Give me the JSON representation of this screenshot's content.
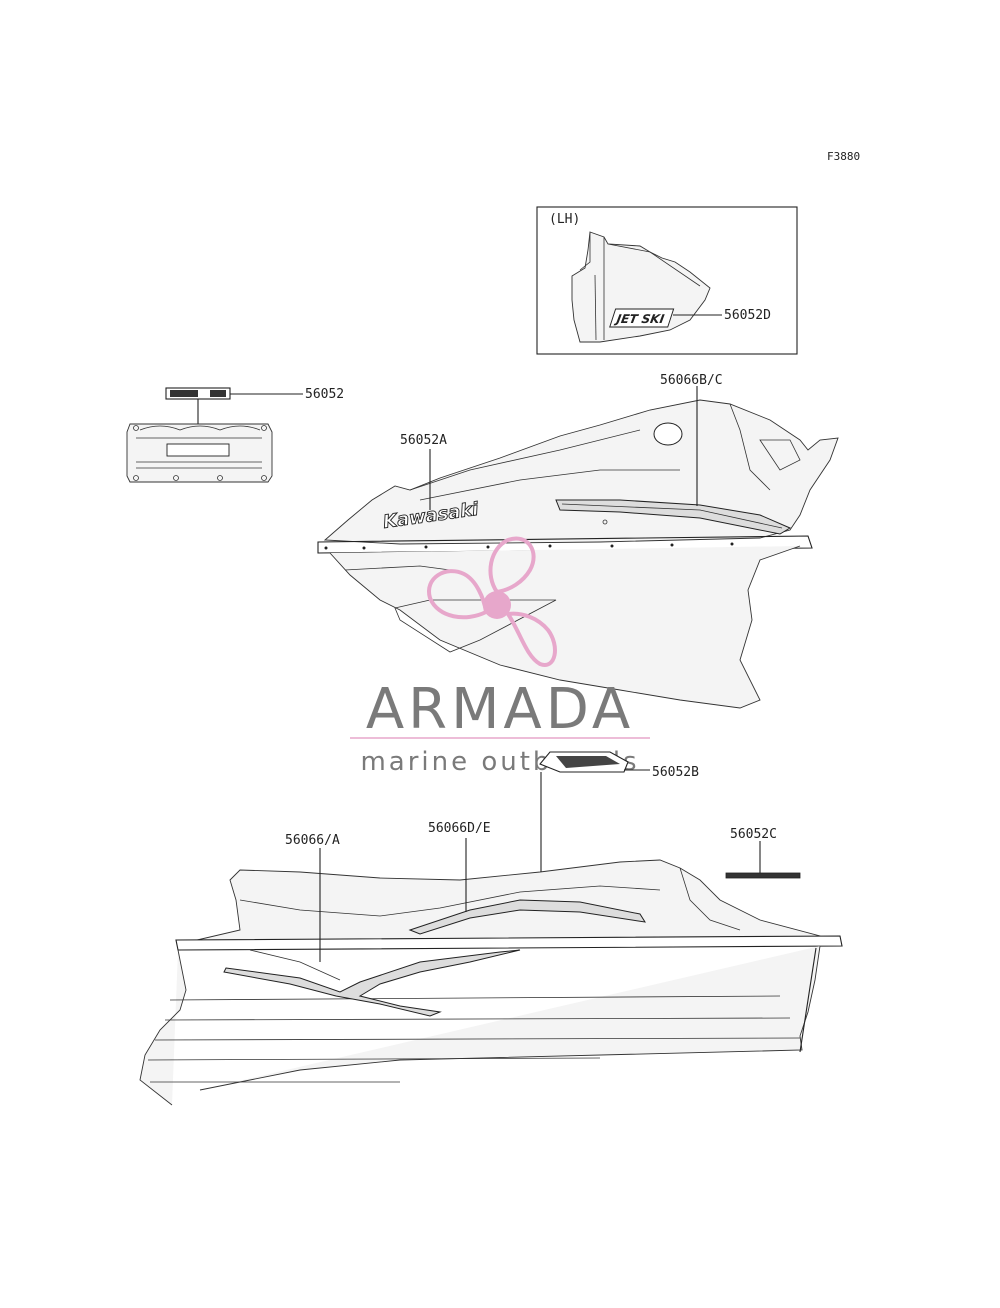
{
  "figure_id": "F3880",
  "inset_label": "(LH)",
  "parts": {
    "p56052": "56052",
    "p56052A": "56052A",
    "p56052B": "56052B",
    "p56052C": "56052C",
    "p56052D": "56052D",
    "p56066": "56066/A",
    "p56066BC": "56066B/C",
    "p56066DE": "56066D/E"
  },
  "brand_text": "Kawasaki",
  "inset_logo_text": "JET SKI",
  "watermark": {
    "title": "ARMADA",
    "subtitle": "marine outboards",
    "color_pink": "#e7a7cb",
    "color_gray": "#7a7a7a"
  }
}
